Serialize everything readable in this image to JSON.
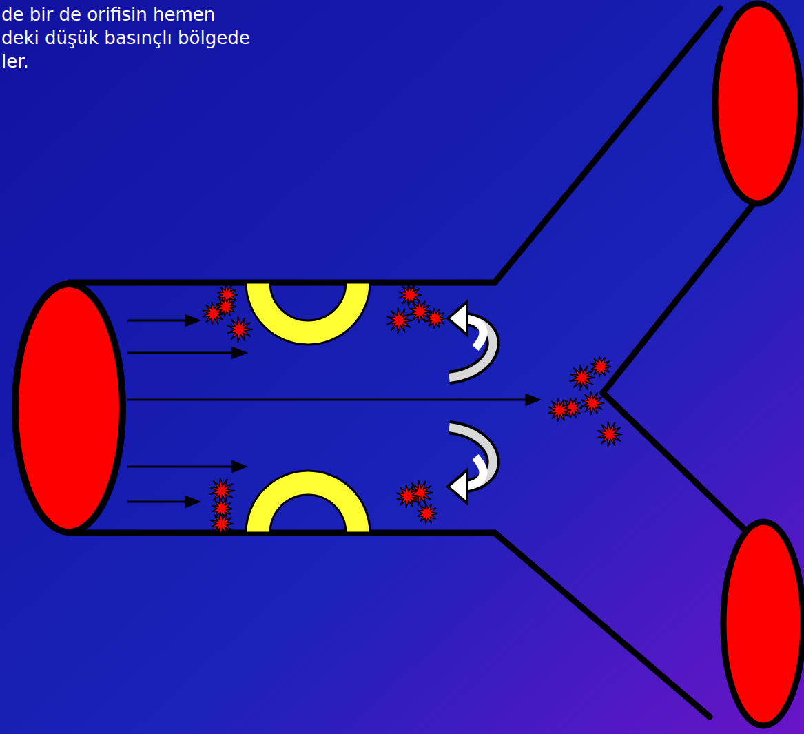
{
  "diagram": {
    "labels": [
      "de bir de orifisin hemen",
      "deki düşük basınçlı bölgede",
      "ler."
    ]
  }
}
